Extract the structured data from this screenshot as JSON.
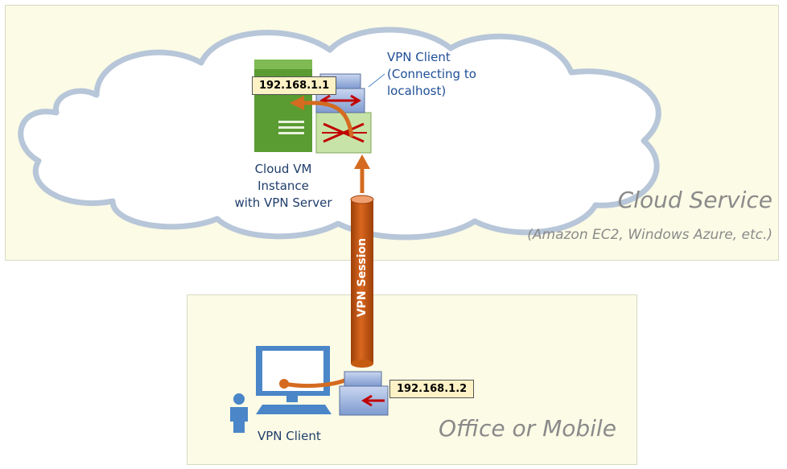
{
  "cloud_region": {
    "title": "Cloud Service",
    "subtitle": "(Amazon EC2, Windows Azure, etc.)"
  },
  "office_region": {
    "title": "Office or Mobile"
  },
  "vm": {
    "label_lines": [
      "Cloud VM",
      "Instance",
      "with VPN Server"
    ],
    "ip": "192.168.1.1"
  },
  "cloud_vpn_client": {
    "label_lines": [
      "VPN Client",
      "(Connecting to",
      "localhost)"
    ]
  },
  "local_vpn_client": {
    "label": "VPN Client",
    "ip": "192.168.1.2"
  },
  "session": {
    "label": "VPN Session"
  },
  "colors": {
    "panel_bg": "#fbfbe6",
    "session_orange": "#c55a11",
    "arrow_orange": "#d46b20",
    "server_green": "#5a9b32",
    "router_green": "#c8e3a8",
    "device_blue": "#8ea9db",
    "monitor_blue": "#4a86c8",
    "label_blue": "#1f4e96",
    "ip_bg": "#fdf2c6"
  }
}
